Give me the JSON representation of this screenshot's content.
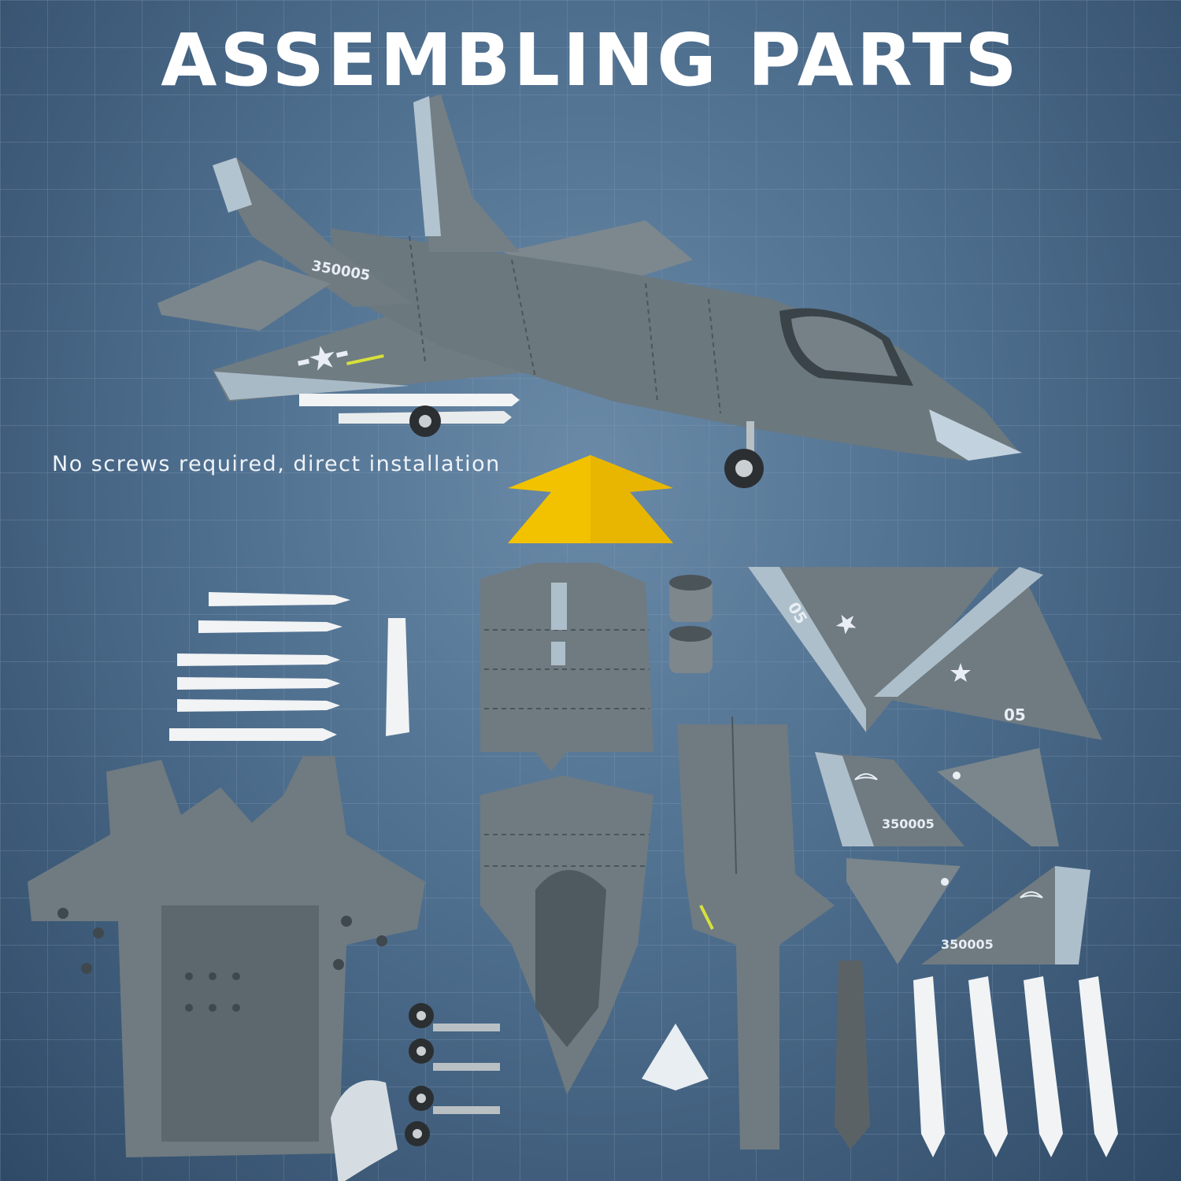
{
  "header": {
    "title": "ASSEMBLING PARTS"
  },
  "caption": {
    "text": "No screws required, direct installation"
  },
  "decals": {
    "tail_number": "350005",
    "wing_number": "05"
  },
  "colors": {
    "background": "#4f6f8f",
    "grid_line": "#8fa6bc",
    "plane_gray": "#6d7a80",
    "plane_light": "#aebfcc",
    "arrow_yellow": "#f2c200",
    "missile_white": "#f1f3f4"
  },
  "icons": {
    "arrow": "arrow-up-icon",
    "star_insignia": "star-insignia-icon",
    "bird_emblem": "bird-emblem-icon"
  }
}
